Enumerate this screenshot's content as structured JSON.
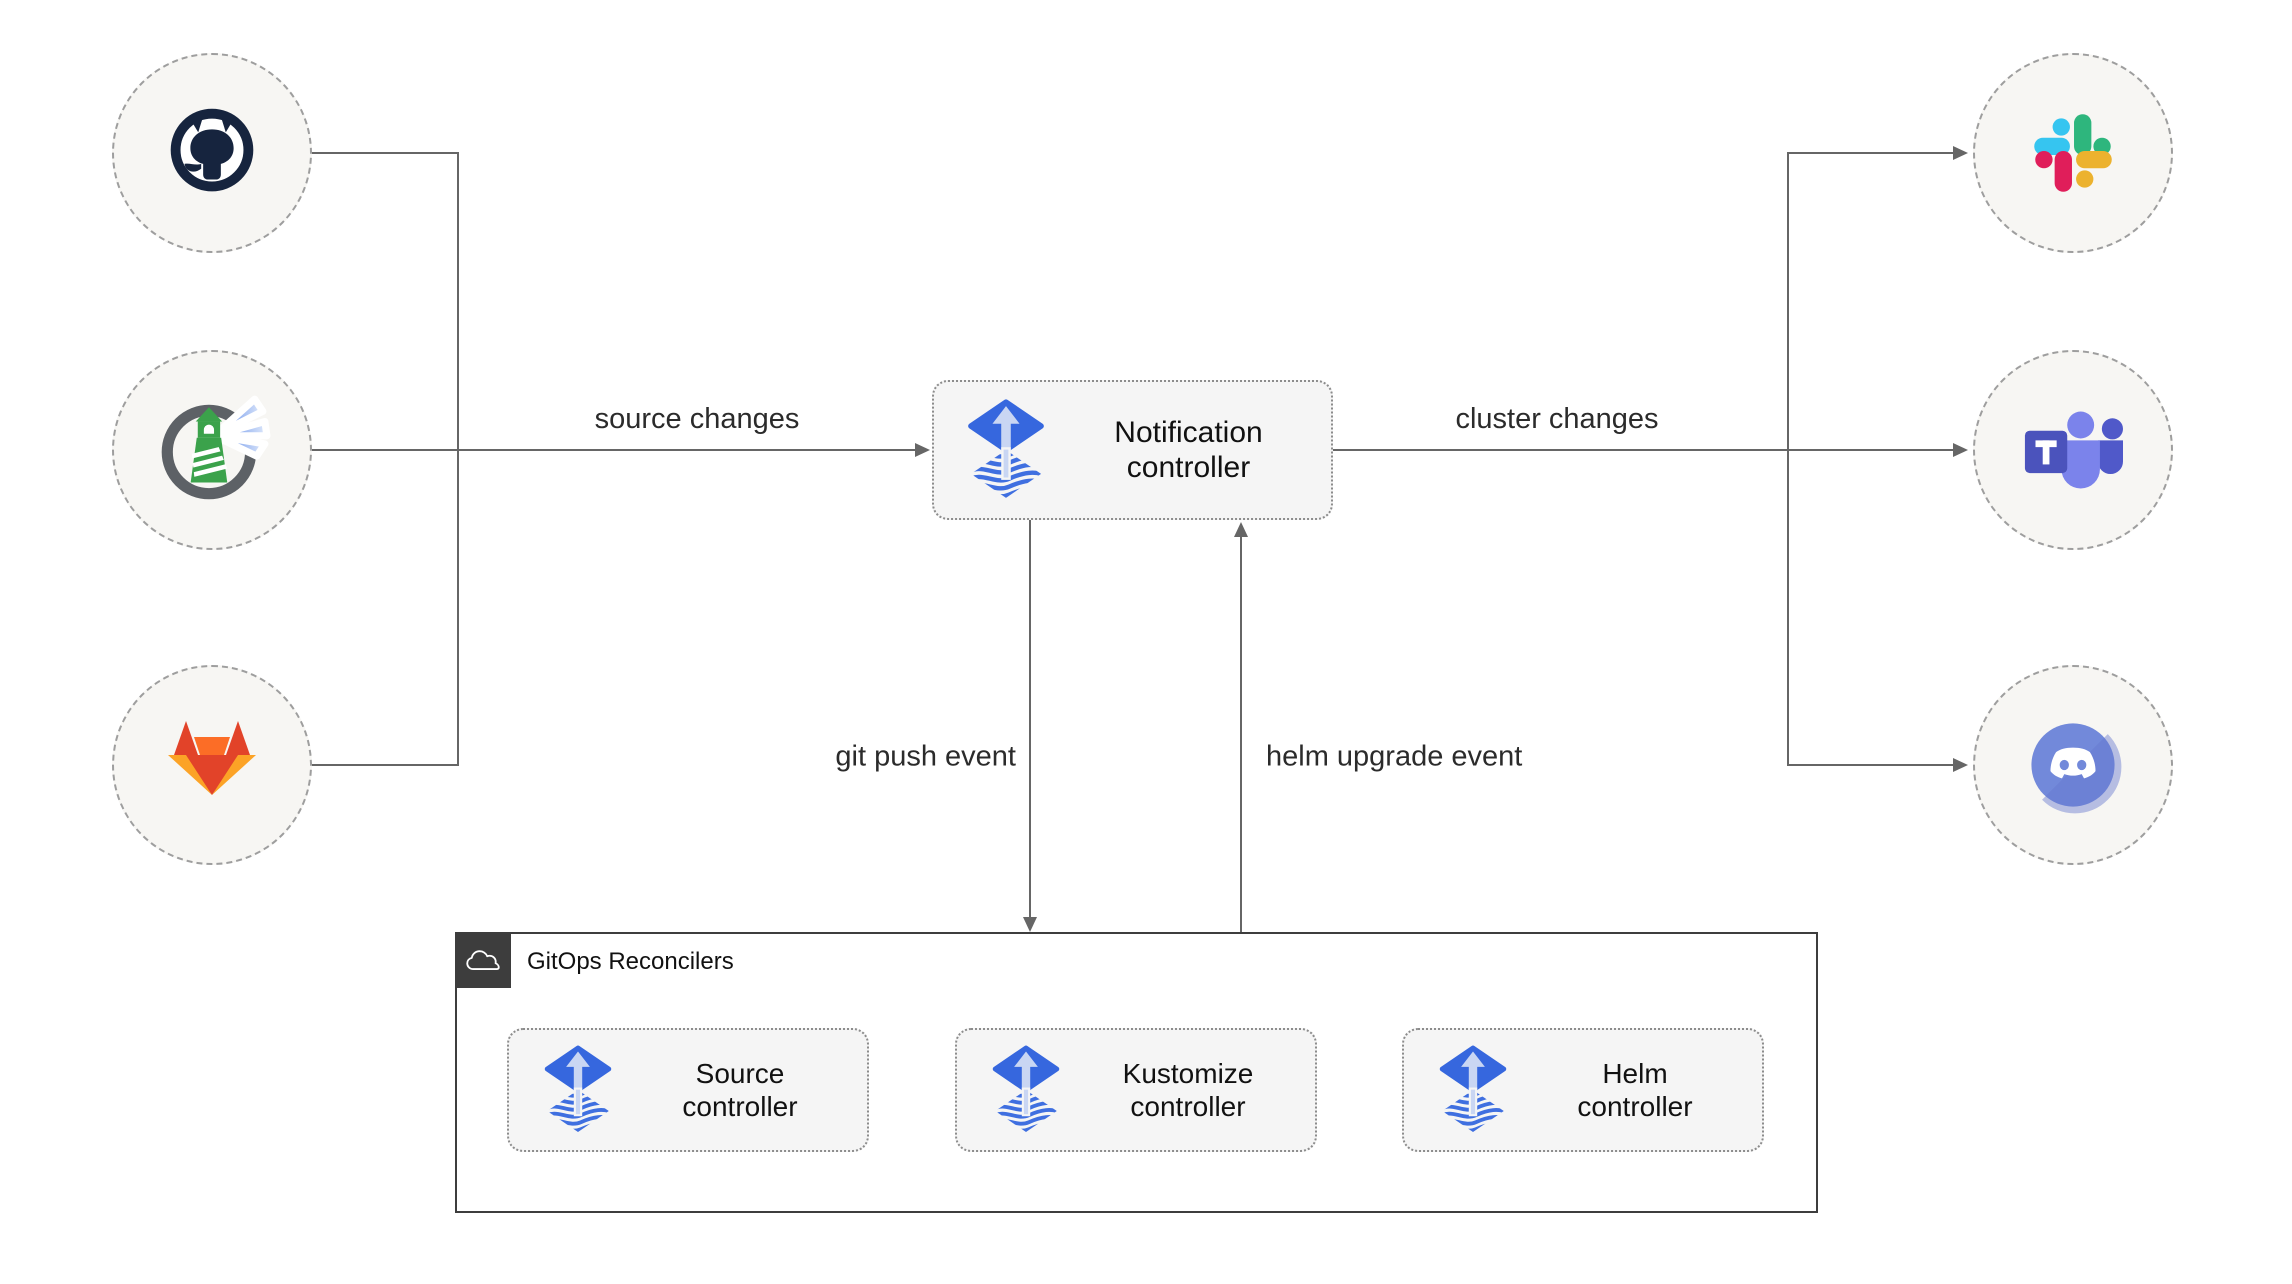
{
  "center": {
    "label": "Notification controller",
    "icon": "flux-icon"
  },
  "sources": [
    {
      "id": "github",
      "icon": "github-icon"
    },
    {
      "id": "harbor",
      "icon": "harbor-icon"
    },
    {
      "id": "gitlab",
      "icon": "gitlab-icon"
    }
  ],
  "notification_targets": [
    {
      "id": "slack",
      "icon": "slack-icon"
    },
    {
      "id": "microsoft-teams",
      "icon": "microsoft-teams-icon"
    },
    {
      "id": "discord",
      "icon": "discord-icon"
    }
  ],
  "edges": {
    "source_changes": "source changes",
    "cluster_changes": "cluster changes",
    "git_push_event": "git push event",
    "helm_upgrade_event": "helm upgrade event"
  },
  "reconcilers_group": {
    "title": "GitOps Reconcilers",
    "icon": "cloud-icon",
    "nodes": [
      {
        "label": "Source controller",
        "icon": "flux-icon"
      },
      {
        "label": "Kustomize controller",
        "icon": "flux-icon"
      },
      {
        "label": "Helm controller",
        "icon": "flux-icon"
      }
    ]
  },
  "colors": {
    "flux_blue": "#3667de",
    "flux_arrow_light": "#c9d6f3",
    "edge_gray": "#666666",
    "node_fill": "#f7f6f3",
    "node_dash_border": "#9e9e9e",
    "box_fill": "#f5f5f5",
    "box_dot_border": "#8c8c8c",
    "group_border": "#3d3d3d",
    "github_dark": "#16243e",
    "harbor_gray": "#5d6166",
    "harbor_green": "#3ba24b",
    "harbor_beam_blue": "#4d7de5",
    "gitlab_red": "#e24329",
    "gitlab_orange": "#fc6d26",
    "gitlab_yellow": "#fca326",
    "slack_blue": "#36C5F0",
    "slack_green": "#2EB67D",
    "slack_yellow": "#ECB22E",
    "slack_red": "#E01E5A",
    "teams_indigo": "#4b53bc",
    "teams_light": "#7b83eb",
    "teams_dark": "#5059c9",
    "discord_blurple": "#7289da"
  }
}
